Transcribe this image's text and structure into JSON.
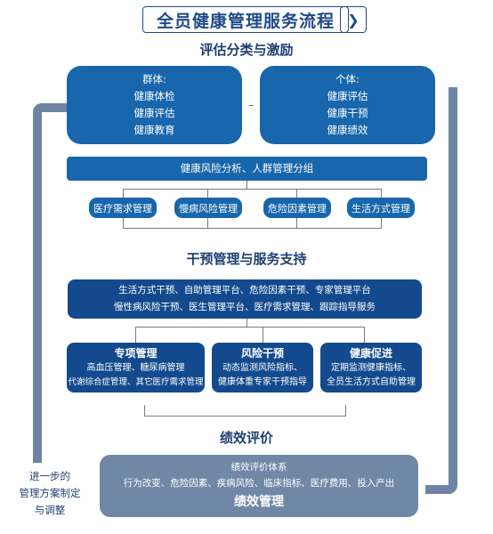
{
  "header": {
    "title": "全员健康管理服务流程",
    "nav_arrow": "❯"
  },
  "sections": {
    "assessment_title": "评估分类与激励",
    "intervention_title": "干预管理与服务支持",
    "evaluation_title": "绩效评价"
  },
  "group_box": {
    "label": "群体:",
    "items": [
      "健康体检",
      "健康评估",
      "健康教育"
    ]
  },
  "connector_dash": "–",
  "individual_box": {
    "label": "个体:",
    "items": [
      "健康评估",
      "健康干预",
      "健康绩效"
    ]
  },
  "analysis_bar": "健康风险分析、人群管理分组",
  "management_pills": [
    "医疗需求管理",
    "慢病风险管理",
    "危险因素管理",
    "生活方式管理"
  ],
  "platform_box": {
    "line1": "生活方式干预、自助管理平台、危险因素干预、专家管理平台",
    "line2": "慢性病风险干预、医生管理平台、医疗需求管理、跟踪指导服务"
  },
  "service_boxes": [
    {
      "title": "专项管理",
      "lines": [
        "高血压管理、糖尿病管理",
        "代谢综合症管理、其它医疗需求管理"
      ]
    },
    {
      "title": "风险干预",
      "lines": [
        "动态监测风险指标、",
        "健康体重专家干预指导"
      ]
    },
    {
      "title": "健康促进",
      "lines": [
        "定期监测健康指标、",
        "全员生活方式自助管理"
      ]
    }
  ],
  "evaluation_box": {
    "subtitle": "绩效评价体系",
    "indicators": "行为改变、危险因素、疾病风险、临床指标、医疗费用、投入产出",
    "main_label": "绩效管理"
  },
  "side_note": [
    "进一步的",
    "管理方案制定",
    "与调整"
  ],
  "colors": {
    "primary_blue": "#1866ac",
    "dark_blue": "#134a8e",
    "evaluation_gray": "#7088a6",
    "feedback_bar": "#6f84a2",
    "connector_line": "#7a7a7a"
  }
}
